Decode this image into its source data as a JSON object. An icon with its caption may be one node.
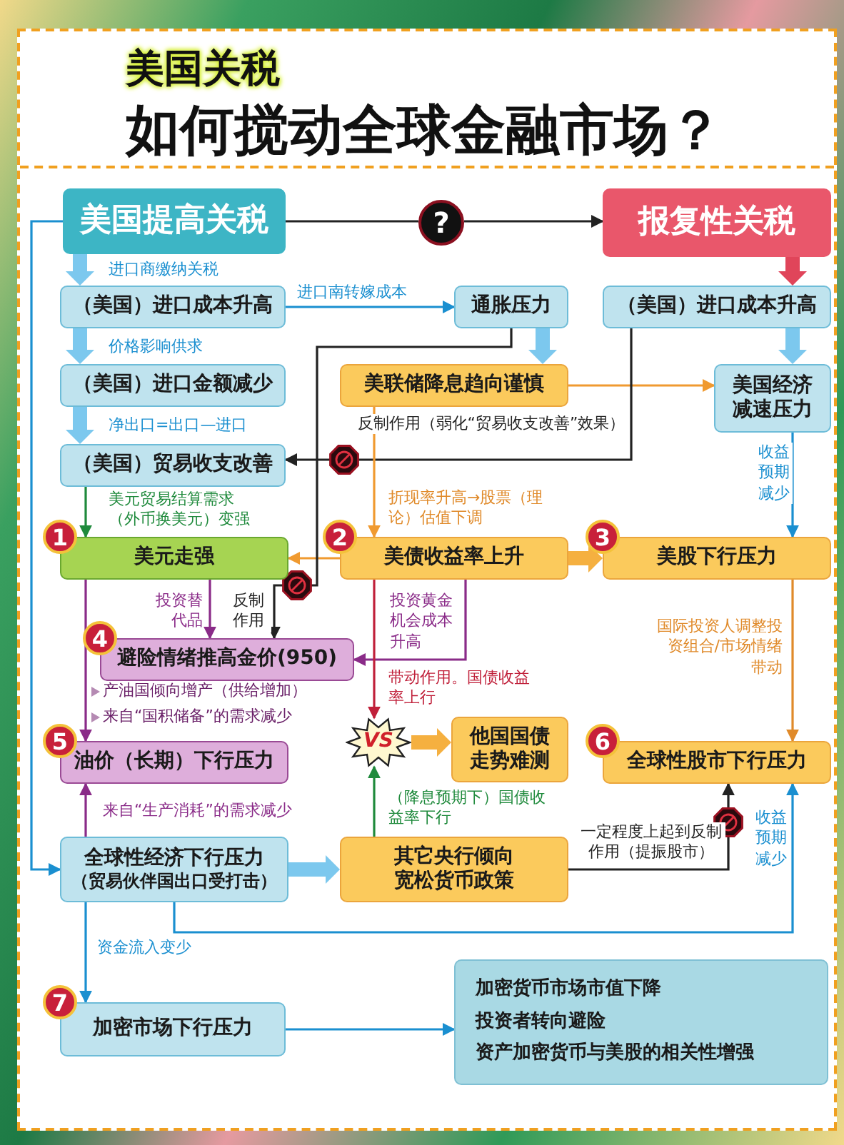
{
  "diagram": {
    "title": "如何搅动全球金融市场？",
    "nodes": [
      {
        "text": [
          "美国提高关税"
        ]
      },
      {
        "text": [
          "?"
        ]
      },
      {
        "text": [
          "报复性关税"
        ]
      },
      {
        "text": [
          "（美国）进口成本升高"
        ]
      },
      {
        "text": [
          "通胀压力"
        ]
      },
      {
        "text": [
          "（美国）进口成本升高"
        ]
      },
      {
        "text": [
          "（美国）进口金额减少"
        ]
      },
      {
        "text": [
          "美联储降息趋向谨慎"
        ]
      },
      {
        "text": [
          "美国经济减速压力"
        ]
      },
      {
        "text": [
          "（美国）贸易收支改善"
        ]
      },
      {
        "text": [
          "美元走强"
        ],
        "beside": [
          "1"
        ]
      },
      {
        "text": [
          "美债收益率上升"
        ],
        "beside": [
          "2"
        ]
      },
      {
        "text": [
          "美股下行压力"
        ],
        "beside": [
          "3"
        ]
      },
      {
        "text": [
          "避险情绪推高金价(950)"
        ],
        "beside": [
          "4"
        ]
      },
      {
        "text": [
          "VS"
        ]
      },
      {
        "text": [
          "他国国债走势难测"
        ]
      },
      {
        "text": [
          "油价（长期）下行压力"
        ],
        "beside": [
          "5"
        ]
      },
      {
        "text": [
          "全球性股市下行压力"
        ],
        "beside": [
          "6"
        ]
      },
      {
        "text": [
          "全球性经济下行压力",
          "（贸易伙伴国出口受打击）"
        ]
      },
      {
        "text": [
          "其它央行倾向宽松货币政策"
        ]
      },
      {
        "text": [
          "加密市场下行压力"
        ],
        "beside": [
          "7"
        ]
      },
      {
        "text": [
          "加密货币市场市值下降",
          "投资者转向避险",
          "资产加密货币与美股的相关性增强"
        ]
      }
    ],
    "edges": [
      {
        "from": 0,
        "to": 1,
        "arrow": "none",
        "color": "#222222"
      },
      {
        "from": 1,
        "to": 2,
        "arrow": "to",
        "color": "#222222"
      },
      {
        "from": 0,
        "to": 3,
        "arrow": "to",
        "label": "进口商缴纳关税",
        "style": "thick",
        "color": "#7cc8ee"
      },
      {
        "from": 3,
        "to": 6,
        "arrow": "to",
        "label": "价格影响供求",
        "style": "thick",
        "color": "#7cc8ee"
      },
      {
        "from": 6,
        "to": 9,
        "arrow": "to",
        "label": "净出口=出口—进口",
        "style": "thick",
        "color": "#7cc8ee"
      },
      {
        "from": 3,
        "to": 4,
        "arrow": "to",
        "label": "进口南转嫁成本"
      },
      {
        "from": 4,
        "to": 7,
        "arrow": "to",
        "style": "thick",
        "color": "#7cc8ee"
      },
      {
        "from": 2,
        "to": 5,
        "arrow": "to",
        "style": "thick",
        "color": "#e0455a"
      },
      {
        "from": 5,
        "to": 8,
        "arrow": "to",
        "style": "thick",
        "color": "#7cc8ee"
      },
      {
        "from": 7,
        "to": 8,
        "arrow": "to",
        "color": "#f09a30"
      },
      {
        "from": 5,
        "to": 9,
        "arrow": "to",
        "label": "反制作用（弱化“贸易收支改善”效果）",
        "color": "#222222"
      },
      {
        "from": 9,
        "to": 10,
        "arrow": "to",
        "label": "美元贸易结算需求（外币换美元）变强",
        "color": "#1f8a3c"
      },
      {
        "from": 7,
        "to": 11,
        "arrow": "to",
        "label": "折现率升高→股票（理论）估值下调",
        "color": "#f09a30"
      },
      {
        "from": 11,
        "to": 10,
        "arrow": "to",
        "color": "#f09a30"
      },
      {
        "from": 11,
        "to": 12,
        "arrow": "to",
        "style": "thick",
        "color": "#f5b040"
      },
      {
        "from": 8,
        "to": 12,
        "arrow": "to",
        "label": "收益预期减少"
      },
      {
        "from": 10,
        "to": 13,
        "arrow": "to",
        "label": "投资替代品",
        "color": "#8a2b88"
      },
      {
        "from": 4,
        "to": 13,
        "arrow": "to",
        "label": "反制作用",
        "color": "#222222"
      },
      {
        "from": 11,
        "to": 13,
        "arrow": "to",
        "label": "投资黄金机会成本升高",
        "color": "#8a2b88"
      },
      {
        "from": 11,
        "to": 14,
        "arrow": "to",
        "label": "带动作用。国债收益率上行",
        "color": "#c0203a"
      },
      {
        "from": 10,
        "to": 16,
        "arrow": "to",
        "color": "#8a2b88"
      },
      {
        "from": 18,
        "to": 16,
        "arrow": "to",
        "label": "来自“生产消耗”的需求减少",
        "color": "#8a2b88"
      },
      {
        "from": 19,
        "to": 14,
        "arrow": "to",
        "label": "（降息预期下）国债收益率下行",
        "color": "#1f8a3c"
      },
      {
        "from": 14,
        "to": 15,
        "arrow": "to",
        "style": "thick",
        "color": "#f5b040"
      },
      {
        "from": 18,
        "to": 19,
        "arrow": "to",
        "style": "thick",
        "color": "#7cc8ee"
      },
      {
        "from": 19,
        "to": 17,
        "arrow": "to",
        "label": "一定程度上起到反制作用（提振股市）",
        "color": "#222222"
      },
      {
        "from": 18,
        "to": 17,
        "arrow": "to",
        "label": "收益预期减少"
      },
      {
        "from": 12,
        "to": 17,
        "arrow": "to",
        "label": "国际投资人调整投资组合/市场情绪带动",
        "color": "#e08a2a"
      },
      {
        "from": 0,
        "to": 18,
        "arrow": "to"
      },
      {
        "from": 18,
        "to": 20,
        "arrow": "to",
        "label": "资金流入变少"
      },
      {
        "from": 20,
        "to": 21,
        "arrow": "to"
      }
    ],
    "labels": [
      "美国关税",
      "产油国倾向增产（供给增加）",
      "来自“国积储备”的需求减少"
    ]
  }
}
